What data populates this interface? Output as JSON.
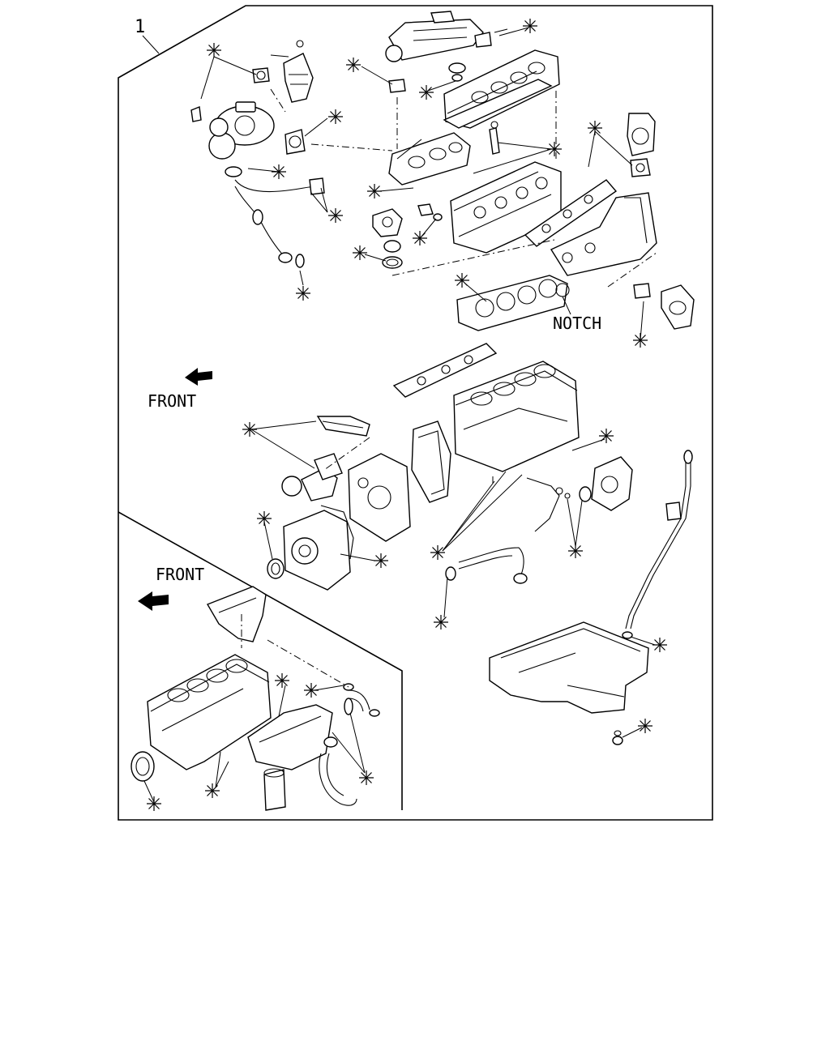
{
  "diagram": {
    "item_number": "1",
    "labels": {
      "front_upper": "FRONT",
      "front_inset": "FRONT",
      "notch": "NOTCH"
    },
    "gasket_marker": "*"
  }
}
